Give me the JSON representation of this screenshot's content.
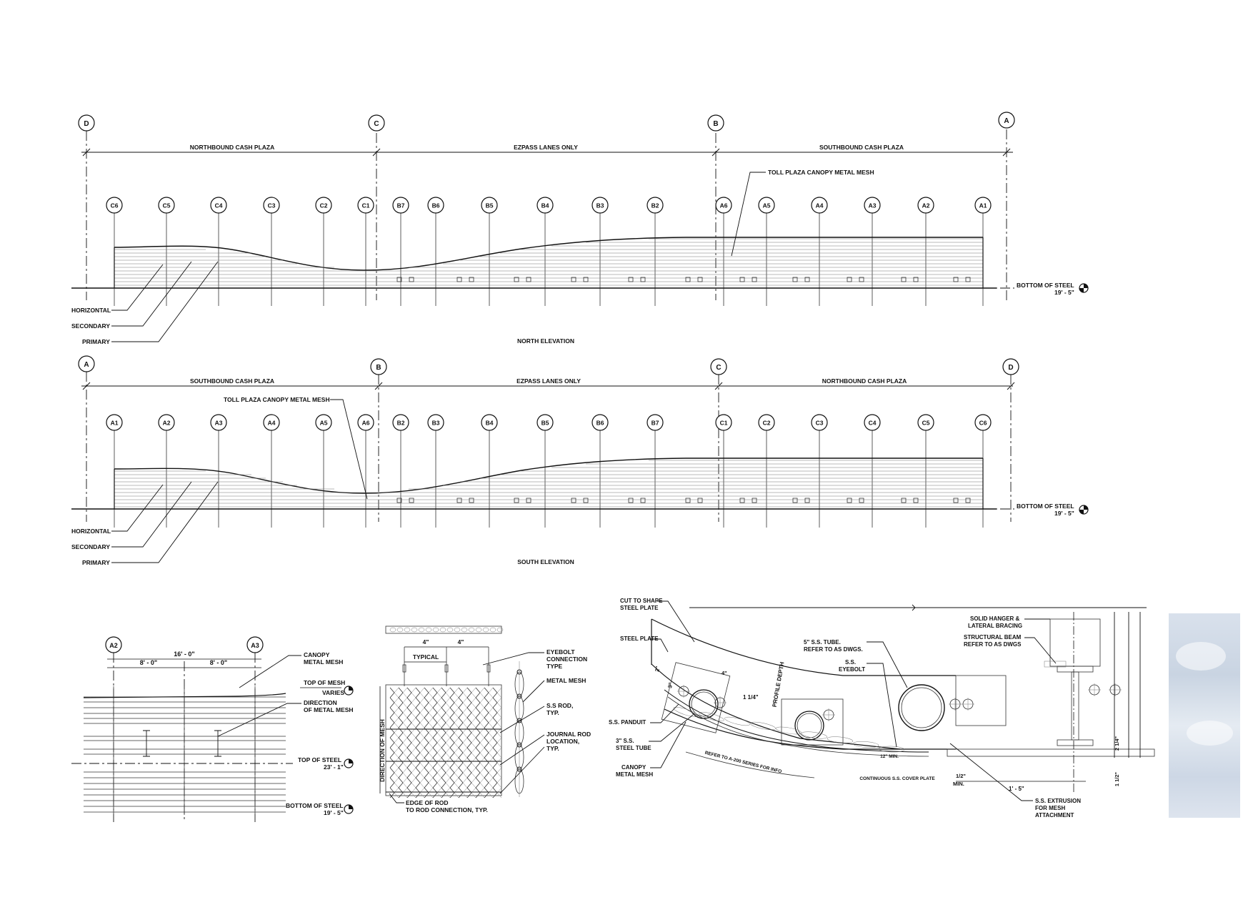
{
  "north": {
    "grid_main": [
      "D",
      "C",
      "B",
      "A"
    ],
    "zones": [
      "NORTHBOUND CASH PLAZA",
      "EZPASS LANES ONLY",
      "SOUTHBOUND CASH PLAZA"
    ],
    "grid_cols": [
      "C6",
      "C5",
      "C4",
      "C3",
      "C2",
      "C1",
      "B7",
      "B6",
      "B5",
      "B4",
      "B3",
      "B2",
      "A6",
      "A5",
      "A4",
      "A3",
      "A2",
      "A1"
    ],
    "mesh_label": "TOLL PLAZA CANOPY METAL MESH",
    "bos_label": "BOTTOM OF STEEL",
    "bos_value": "19' - 5\"",
    "leader_labels": [
      "HORIZONTAL",
      "SECONDARY",
      "PRIMARY"
    ],
    "title": "NORTH ELEVATION"
  },
  "south": {
    "grid_main": [
      "A",
      "B",
      "C",
      "D"
    ],
    "zones": [
      "SOUTHBOUND CASH PLAZA",
      "EZPASS LANES ONLY",
      "NORTHBOUND CASH PLAZA"
    ],
    "grid_cols": [
      "A1",
      "A2",
      "A3",
      "A4",
      "A5",
      "A6",
      "B2",
      "B3",
      "B4",
      "B5",
      "B6",
      "B7",
      "C1",
      "C2",
      "C3",
      "C4",
      "C5",
      "C6"
    ],
    "mesh_label": "TOLL PLAZA CANOPY METAL MESH",
    "bos_label": "BOTTOM OF STEEL",
    "bos_value": "19' - 5\"",
    "leader_labels": [
      "HORIZONTAL",
      "SECONDARY",
      "PRIMARY"
    ],
    "title": "SOUTH ELEVATION"
  },
  "detail1": {
    "grid": [
      "A2",
      "A3"
    ],
    "dim_total": "16' - 0\"",
    "dim_left": "8' - 0\"",
    "dim_right": "8' - 0\"",
    "labels": {
      "canopy_mesh": [
        "CANOPY",
        "METAL MESH"
      ],
      "top_of_mesh": "TOP OF MESH",
      "varies": "VARIES",
      "direction": [
        "DIRECTION",
        "OF METAL MESH"
      ],
      "top_of_steel": "TOP OF STEEL",
      "top_of_steel_value": "23' - 1\"",
      "bottom_of_steel": "BOTTOM OF STEEL",
      "bottom_of_steel_value": "19' - 5\""
    }
  },
  "detail2": {
    "dims": [
      "4\"",
      "4\""
    ],
    "typical": "TYPICAL",
    "vertical": "DIRECTION OF MESH",
    "labels": {
      "eyebolt": [
        "EYEBOLT",
        "CONNECTION",
        "TYPE"
      ],
      "metal_mesh": "METAL MESH",
      "ss_rod": [
        "S.S ROD,",
        "TYP."
      ],
      "journal_rod": [
        "JOURNAL ROD",
        "LOCATION,",
        "TYP."
      ],
      "edge_of_rod": [
        "EDGE OF ROD",
        "TO ROD CONNECTION, TYP."
      ]
    }
  },
  "detail3": {
    "labels": {
      "cut_plate": [
        "CUT TO SHAPE",
        "STEEL PLATE"
      ],
      "steel_plate": "STEEL PLATE",
      "panduit": "S.S. PANDUIT",
      "tube3": [
        "3\" S.S.",
        "STEEL TUBE"
      ],
      "canopy_mesh": [
        "CANOPY",
        "METAL MESH"
      ],
      "tube5": [
        "5\" S.S. TUBE.",
        "REFER TO AS DWGS."
      ],
      "eyebolt": [
        "S.S.",
        "EYEBOLT"
      ],
      "hanger": [
        "SOLID HANGER &",
        "LATERAL BRACING"
      ],
      "beam": [
        "STRUCTURAL BEAM",
        "REFER TO AS DWGS"
      ],
      "extrusion": [
        "S.S. EXTRUSION",
        "FOR MESH",
        "ATTACHMENT"
      ],
      "profile_depth": "PROFILE DEPTH",
      "refer_a": "REFER TO A-200 SERIES FOR INFO",
      "cover_plate": "CONTINUOUS S.S. COVER PLATE",
      "min12": "12\" MIN.",
      "half_min": [
        "1/2\"",
        "MIN."
      ],
      "dim_1_5": "1' - 5\"",
      "dim_1_14": "1 1/4\"",
      "dim_2_14": "2 1/4\"",
      "dim_1_12": "1 1/2\"",
      "dim_2": "2\"",
      "dim_3": "3\"",
      "dim_4": "4\""
    }
  },
  "photo": {
    "icon": "sky-photo-thumbnail"
  }
}
